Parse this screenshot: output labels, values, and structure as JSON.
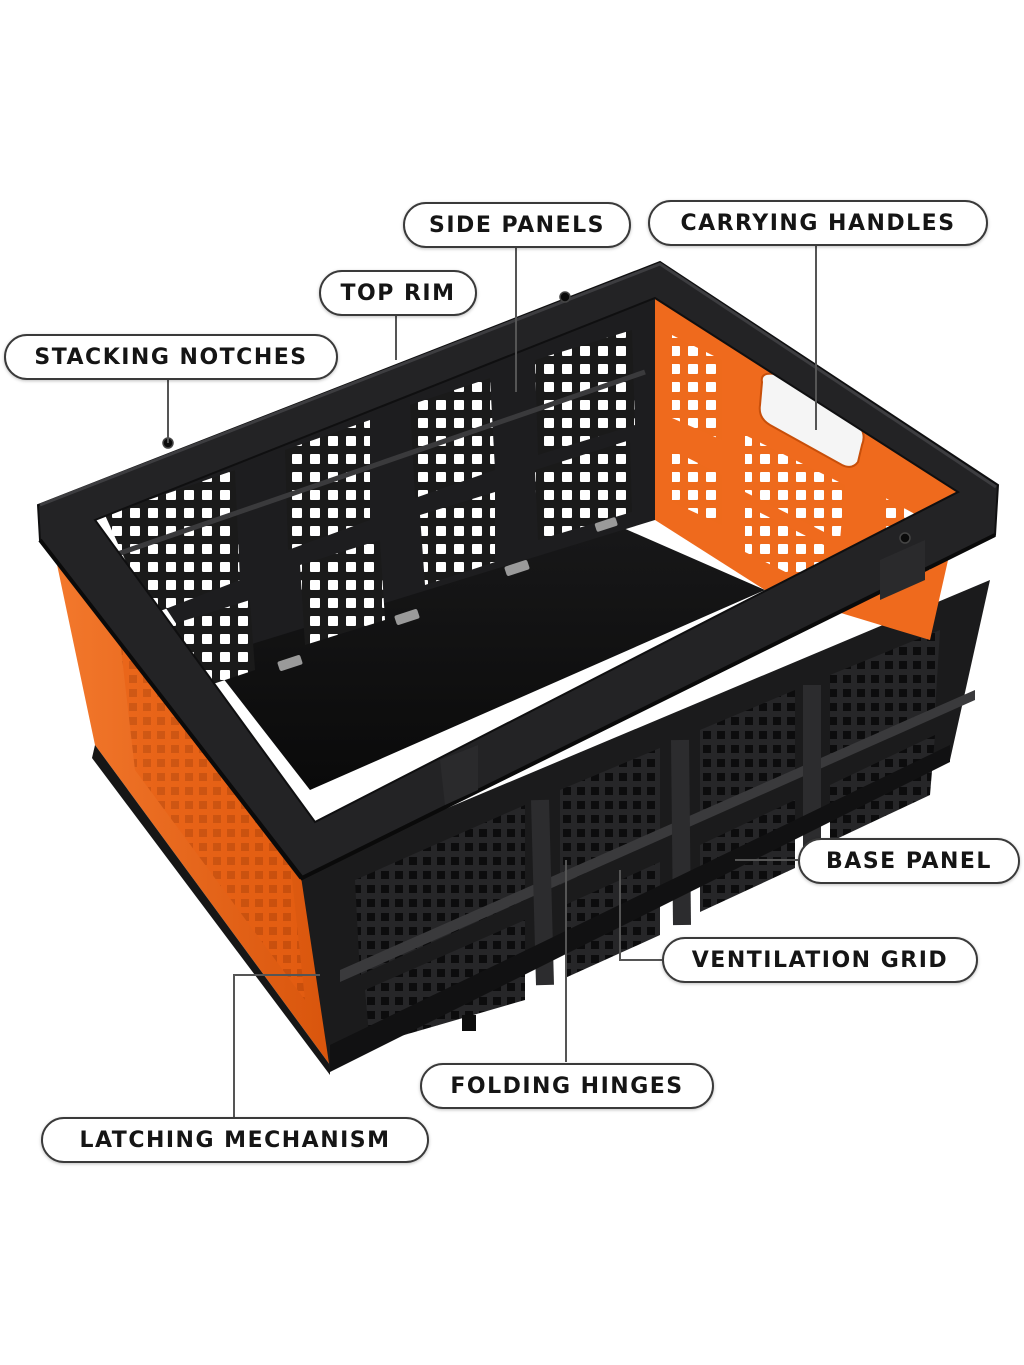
{
  "labels": {
    "side_panels": "SIDE PANELS",
    "carrying_handles": "CARRYING HANDLES",
    "top_rim": "TOP RIM",
    "stacking_notches": "STACKING NOTCHES",
    "base_panel": "BASE PANEL",
    "ventilation_grid": "VENTILATION GRID",
    "folding_hinges": "FOLDING HINGES",
    "latching_mechanism": "LATCHING MECHANISM"
  },
  "colors": {
    "crate_black": "#1c1c1e",
    "crate_orange": "#f06a1c",
    "label_border": "#3a3a3a",
    "leader_line": "#555555"
  }
}
